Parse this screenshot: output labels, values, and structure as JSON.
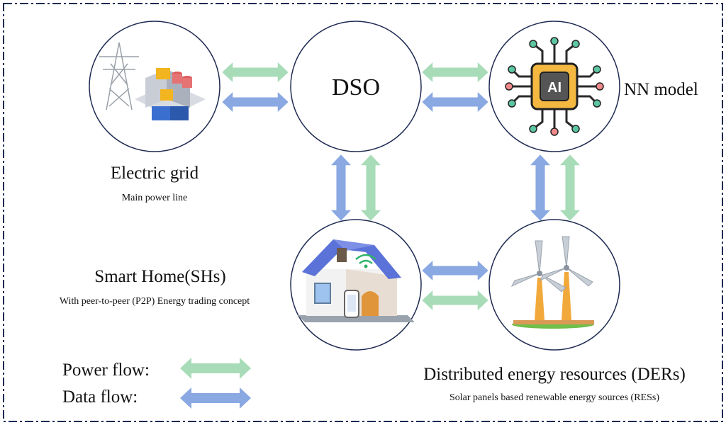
{
  "nodes": {
    "dso": {
      "label": "DSO"
    },
    "nn_model": {
      "label": "NN model"
    },
    "electric_grid": {
      "title": "Electric grid",
      "subtitle": "Main power line"
    },
    "smart_home": {
      "title": "Smart Home(SHs)",
      "subtitle": "With peer-to-peer (P2P) Energy trading concept"
    },
    "ders": {
      "title": "Distributed energy resources (DERs)",
      "subtitle": "Solar panels based renewable energy sources (RESs)"
    },
    "chip": {
      "text": "AI"
    }
  },
  "legend": {
    "power_flow": "Power flow:",
    "data_flow": "Data flow:"
  },
  "colors": {
    "power_flow": "#a8dcb8",
    "data_flow": "#8aa8e2",
    "border": "#1f2a52"
  },
  "icons": {
    "electric_grid": "power-plant-icon",
    "nn_model": "ai-chip-icon",
    "smart_home": "smart-home-icon",
    "ders": "wind-turbine-icon"
  }
}
